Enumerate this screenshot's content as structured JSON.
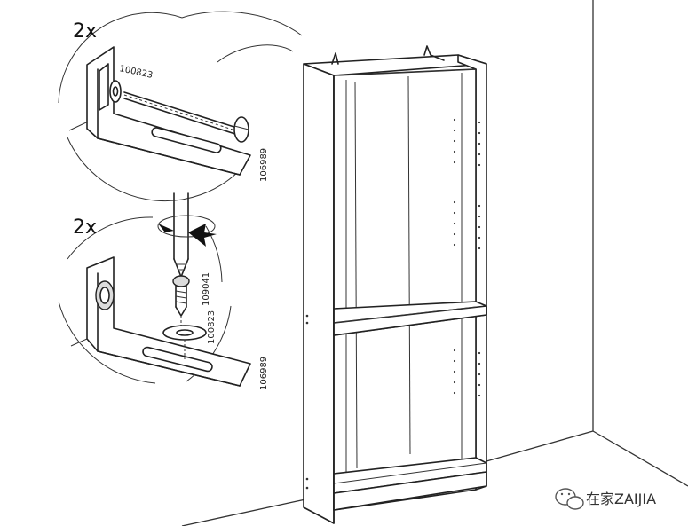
{
  "step_top": {
    "quantity": "2x",
    "washer_part": "100823",
    "bracket_part": "106989"
  },
  "step_bottom": {
    "quantity": "2x",
    "screw_part": "109041",
    "washer_part": "100823",
    "bracket_part": "106989"
  },
  "watermark": {
    "text": "在家ZAIJIA",
    "icon": "wechat-icon"
  }
}
